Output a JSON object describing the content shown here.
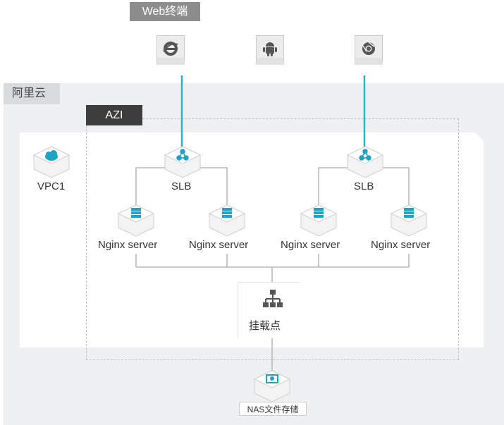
{
  "web": {
    "title": "Web终端",
    "clients": [
      "ie-icon",
      "android-icon",
      "chrome-icon"
    ]
  },
  "cloud": {
    "title": "阿里云"
  },
  "azi": {
    "title": "AZI"
  },
  "vpc": {
    "label": "VPC1",
    "icon": "cloud-icon"
  },
  "slb": [
    {
      "label": "SLB"
    },
    {
      "label": "SLB"
    }
  ],
  "servers": [
    {
      "label": "Nginx server"
    },
    {
      "label": "Nginx server"
    },
    {
      "label": "Nginx server"
    },
    {
      "label": "Nginx server"
    }
  ],
  "mount": {
    "label": "挂载点",
    "icon": "tree-icon"
  },
  "nas": {
    "label": "NAS文件存储"
  },
  "colors": {
    "link": "#29b3cf",
    "accent": "#1fa3c4",
    "line": "#b5b5b5",
    "tag_dark": "#3d3d3d",
    "tag_gray": "#8d8d8d"
  }
}
